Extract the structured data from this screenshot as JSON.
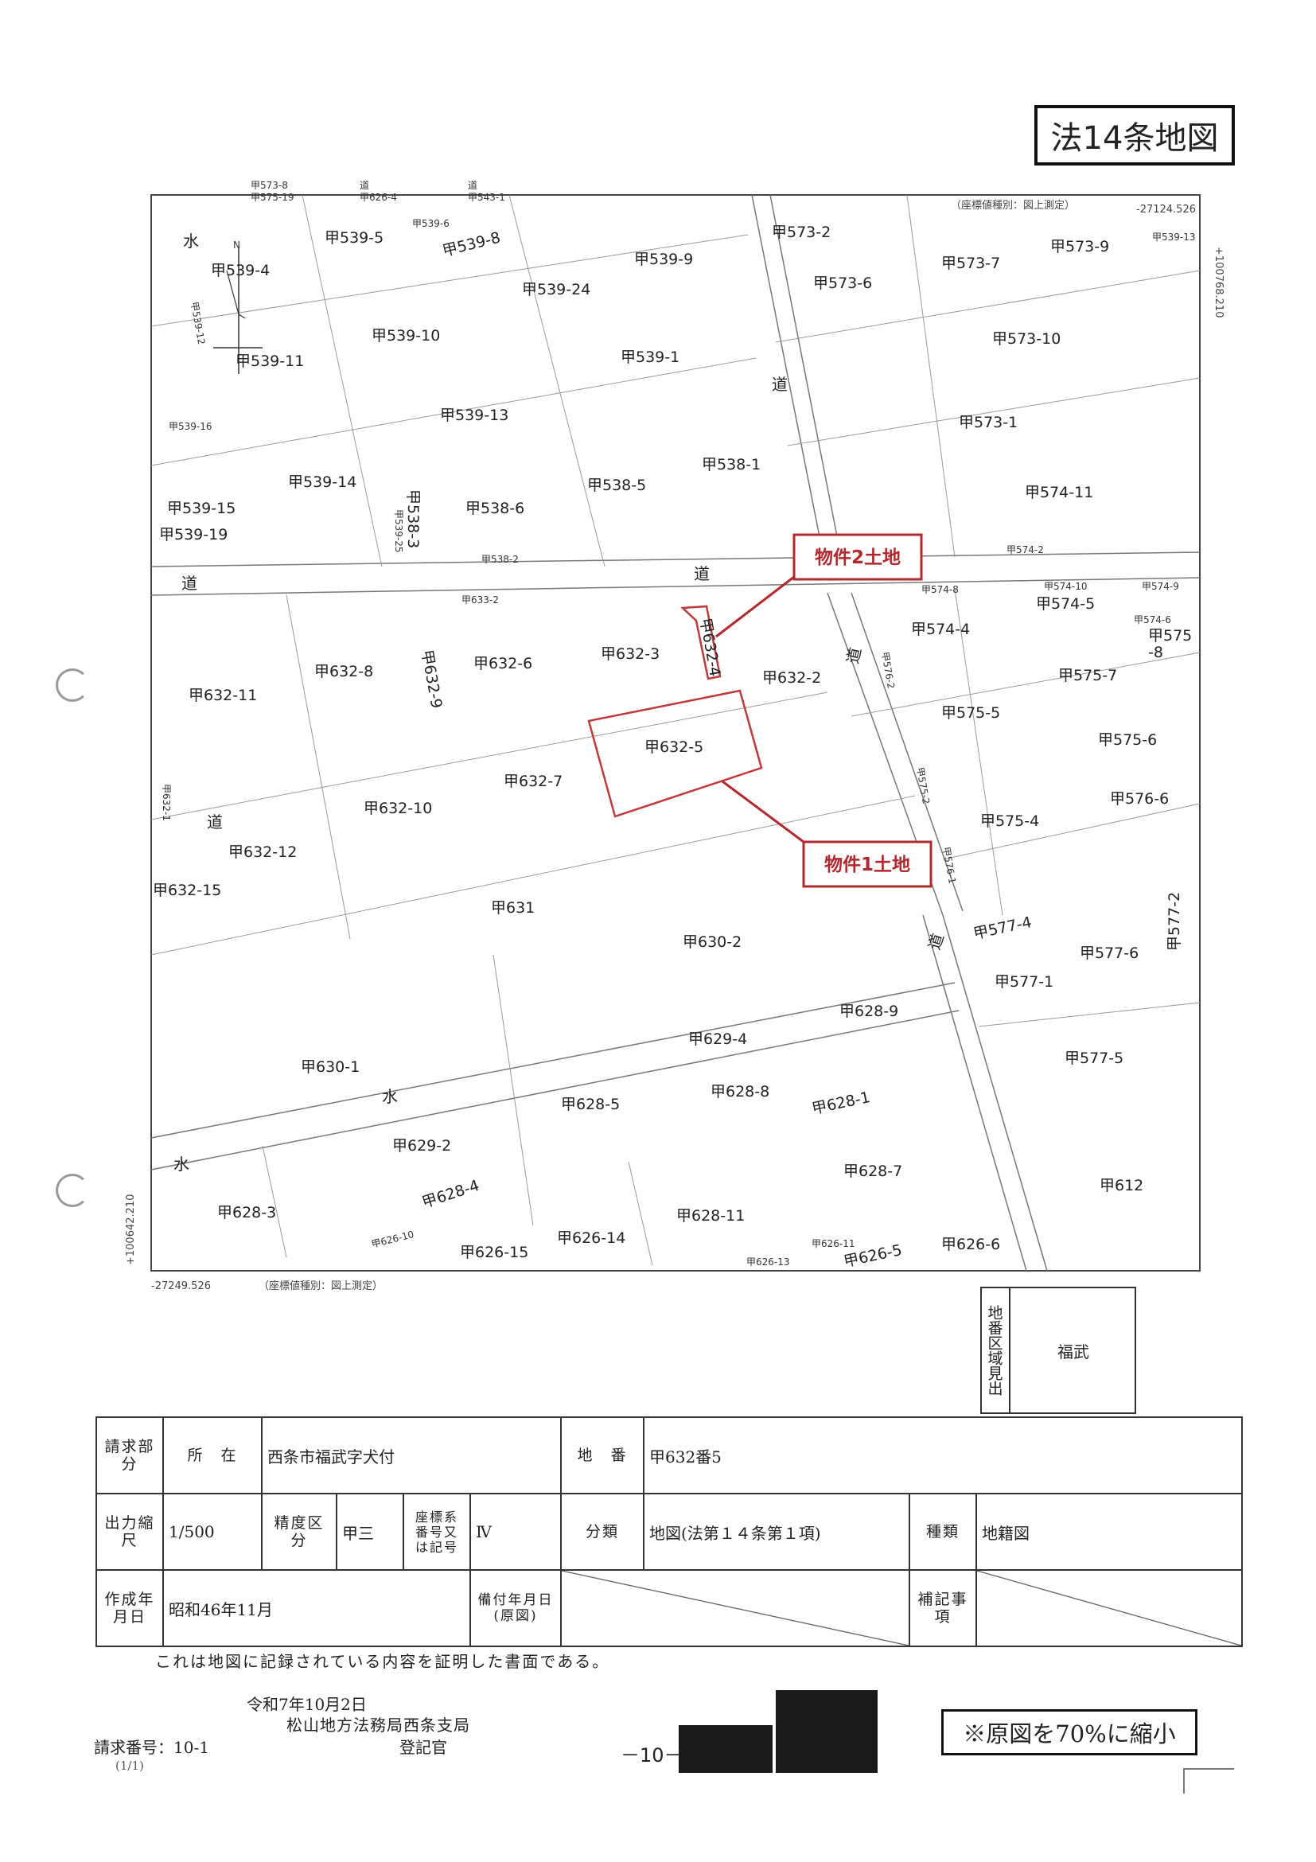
{
  "header": {
    "map_type": "法14条地図"
  },
  "map": {
    "top_left_note": [
      "甲573-8",
      "甲575-19",
      "道",
      "甲626-4",
      "道",
      "甲543-1"
    ],
    "coord_note_top": "（座標値種別：図上測定）",
    "coord_x_top": "-27124.526",
    "coord_y_right": "+100768.210",
    "coord_x_bottom": "-27249.526",
    "coord_note_bottom": "（座標値種別：図上測定）",
    "coord_y_left": "+100642.210",
    "north": "N",
    "roads": [
      "道",
      "道",
      "道",
      "道",
      "道",
      "道",
      "水",
      "水",
      "水"
    ],
    "parcels": [
      "甲539-4",
      "甲539-5",
      "甲539-6",
      "甲539-8",
      "甲539-9",
      "甲539-24",
      "甲539-10",
      "甲539-1",
      "甲539-11",
      "甲539-12",
      "甲539-13",
      "甲539-16",
      "甲539-14",
      "甲539-15",
      "甲539-19",
      "甲538-3",
      "甲538-6",
      "甲538-5",
      "甲538-1",
      "甲573-2",
      "甲573-6",
      "甲573-7",
      "甲573-9",
      "甲573-10",
      "甲573-1",
      "甲574-11",
      "甲633-2",
      "甲632-8",
      "甲632-6",
      "甲632-3",
      "甲632-4",
      "甲632-2",
      "甲632-11",
      "甲632-9",
      "甲632-5",
      "甲632-7",
      "甲632-10",
      "甲632-12",
      "甲632-15",
      "甲631",
      "甲630-2",
      "甲630-1",
      "甲629-4",
      "甲629-2",
      "甲628-9",
      "甲628-8",
      "甲628-5",
      "甲628-1",
      "甲628-7",
      "甲628-4",
      "甲628-3",
      "甲628-11",
      "甲626-14",
      "甲626-15",
      "甲626-10",
      "甲626-13",
      "甲626-5",
      "甲626-6",
      "甲612",
      "甲574-4",
      "甲574-5",
      "甲574-6",
      "甲575",
      "-8",
      "甲575-7",
      "甲575-5",
      "甲575-6",
      "甲576-6",
      "甲575-4",
      "甲575-2",
      "甲576-1",
      "甲577-4",
      "甲577-6",
      "甲577-1",
      "甲577-5",
      "甲577-2",
      "甲539-25",
      "甲538-2",
      "甲574-2",
      "甲574-8",
      "甲574-10",
      "甲574-9",
      "甲576-2",
      "甲632-1",
      "甲539-13",
      "甲626-11"
    ],
    "callout_property2": "物件2土地",
    "callout_property1": "物件1土地"
  },
  "index": {
    "label": "地番区域見出",
    "value": "福武"
  },
  "register": {
    "row1": {
      "section_label": "請求部分",
      "location_label": "所　在",
      "location": "西条市福武字犬付",
      "lot_label": "地　番",
      "lot": "甲632番5"
    },
    "row2": {
      "scale_label": "出力縮尺",
      "scale": "1/500",
      "accuracy_label": "精度区分",
      "accuracy": "甲三",
      "coord_label": "座標系番号又は記号",
      "coord": "Ⅳ",
      "class_label": "分類",
      "class": "地図(法第１４条第１項)",
      "kind_label": "種類",
      "kind": "地籍図"
    },
    "row3": {
      "created_label": "作成年月日",
      "created": "昭和46年11月",
      "notes_date_label": "備付年月日(原図)",
      "supplement_label": "補記事項"
    }
  },
  "footer": {
    "certification": "これは地図に記録されている内容を証明した書面である。",
    "date": "令和7年10月2日",
    "bureau": "松山地方法務局西条支局",
    "registrar": "登記官",
    "request_number": "請求番号：10-1",
    "request_page": "(1/1)",
    "page_number": "－10－",
    "reduction_note": "※原図を70%に縮小"
  }
}
